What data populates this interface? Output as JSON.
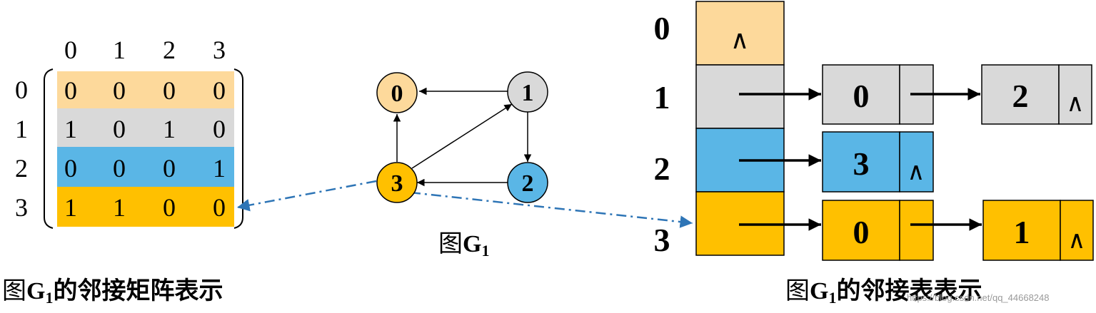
{
  "colors": {
    "row0": "#fdd99b",
    "row1": "#d9d9d9",
    "row2": "#5ab6e6",
    "row3": "#ffc000",
    "arrow": "#000000",
    "dashed": "#2e75b6"
  },
  "matrix": {
    "col_headers": [
      "0",
      "1",
      "2",
      "3"
    ],
    "row_headers": [
      "0",
      "1",
      "2",
      "3"
    ],
    "cells": [
      [
        "0",
        "0",
        "0",
        "0"
      ],
      [
        "1",
        "0",
        "1",
        "0"
      ],
      [
        "0",
        "0",
        "0",
        "1"
      ],
      [
        "1",
        "1",
        "0",
        "0"
      ]
    ],
    "caption_prefix": "图",
    "caption_main": "G",
    "caption_sub": "1",
    "caption_suffix": "的邻接矩阵表示"
  },
  "graph": {
    "nodes": [
      {
        "label": "0",
        "color": "#fdd99b"
      },
      {
        "label": "1",
        "color": "#d9d9d9"
      },
      {
        "label": "2",
        "color": "#5ab6e6"
      },
      {
        "label": "3",
        "color": "#ffc000"
      }
    ],
    "edges": [
      [
        "1",
        "0"
      ],
      [
        "1",
        "2"
      ],
      [
        "2",
        "3"
      ],
      [
        "3",
        "0"
      ],
      [
        "3",
        "1"
      ]
    ],
    "caption_prefix": "图",
    "caption_main": "G",
    "caption_sub": "1"
  },
  "adjlist": {
    "vertices": [
      "0",
      "1",
      "2",
      "3"
    ],
    "null_symbol": "∧",
    "lists": [
      [],
      [
        "0",
        "2"
      ],
      [
        "3"
      ],
      [
        "0",
        "1"
      ]
    ],
    "caption_prefix": "图",
    "caption_main": "G",
    "caption_sub": "1",
    "caption_suffix": "的邻接表表示"
  },
  "watermark": "https://blog.csdn.net/qq_44668248"
}
